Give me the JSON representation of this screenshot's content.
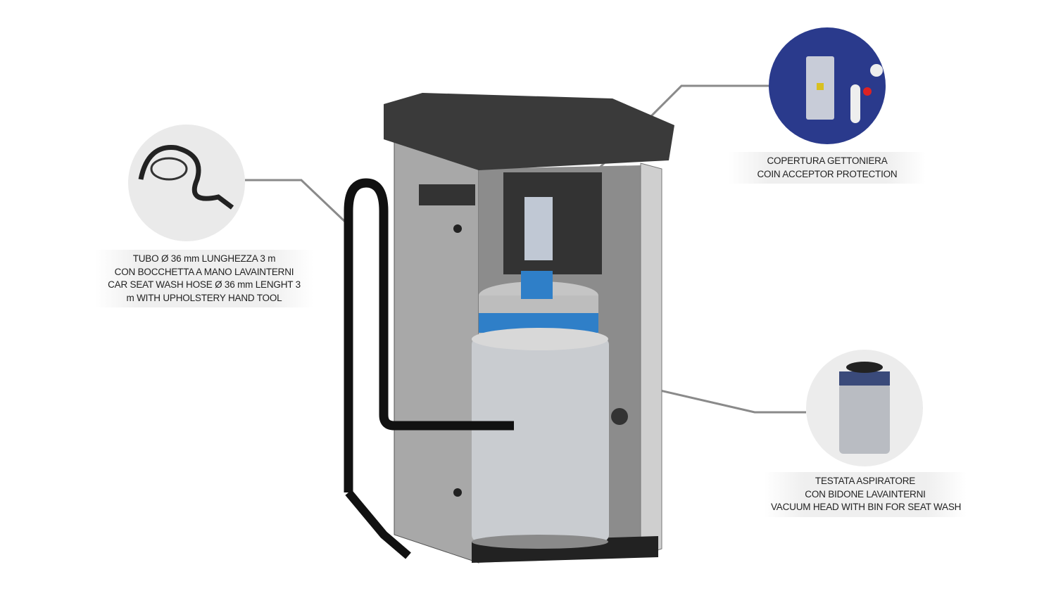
{
  "callouts": {
    "hose": {
      "lines": [
        "TUBO Ø 36 mm LUNGHEZZA 3 m",
        "CON BOCCHETTA A MANO LAVAINTERNI",
        "CAR SEAT WASH HOSE Ø 36 mm LENGHT 3",
        "m WITH UPHOLSTERY HAND TOOL"
      ]
    },
    "coin": {
      "lines": [
        "COPERTURA GETTONIERA",
        "COIN ACCEPTOR PROTECTION"
      ]
    },
    "vacuum": {
      "lines": [
        "TESTATA ASPIRATORE",
        "CON BIDONE LAVAINTERNI",
        "VACUUM HEAD WITH BIN FOR SEAT WASH"
      ]
    }
  },
  "colors": {
    "cabinet": "#9a9a9a",
    "roof": "#3a3a3a",
    "accent": "#2f7fc8",
    "panel": "#253a8a",
    "leader": "#8a8a8a"
  }
}
